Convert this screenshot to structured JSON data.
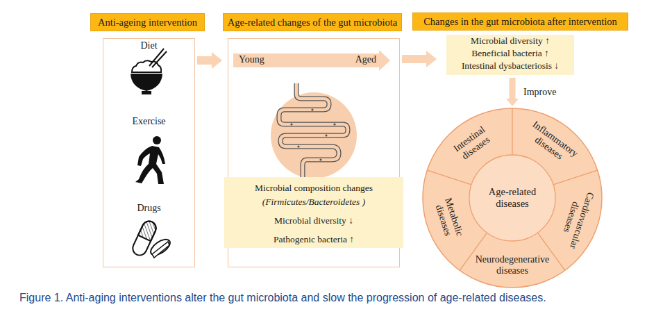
{
  "diagram": {
    "caption": "Figure 1. Anti-aging interventions alter the gut microbiota and slow the progression of age-related diseases.",
    "nodes": [
      {
        "text": [
          "Anti-ageing intervention",
          "Diet",
          "Exercise",
          "Drugs"
        ]
      },
      {
        "text": [
          "Age-related changes of the gut microbiota"
        ]
      },
      {
        "text": [
          "Young",
          "Aged"
        ],
        "in": 1
      },
      {
        "text": [
          "Microbial  composition changes",
          "(Firmicutes/Bacteroidetes )",
          "Microbial diversity ↓",
          "Pathogenic bacteria ↑"
        ],
        "in": 1
      },
      {
        "text": [
          "Changes in the gut microbiota after intervention"
        ]
      },
      {
        "text": [
          "Microbial diversity ↑",
          "Beneficial bacteria ↑",
          "Intestinal dysbacteriosis ↓"
        ]
      },
      {
        "text": []
      },
      {
        "text": [
          "Intestinal diseases"
        ],
        "in": 6
      },
      {
        "text": [
          "Inflammatory diseases"
        ],
        "in": 6
      },
      {
        "text": [
          "Cardiovascular diseases"
        ],
        "in": 6
      },
      {
        "text": [
          "Neurodegenerative diseases"
        ],
        "in": 6
      },
      {
        "text": [
          "Metabolic diseases"
        ],
        "in": 6
      },
      {
        "text": [
          "Age-related diseases"
        ],
        "in": 6
      }
    ],
    "edges": [
      {
        "from": 0,
        "to": 1,
        "arrow": "to"
      },
      {
        "from": 1,
        "to": 5,
        "arrow": "to"
      },
      {
        "from": 5,
        "to": 6,
        "arrow": "to",
        "label": "Improve"
      }
    ]
  }
}
